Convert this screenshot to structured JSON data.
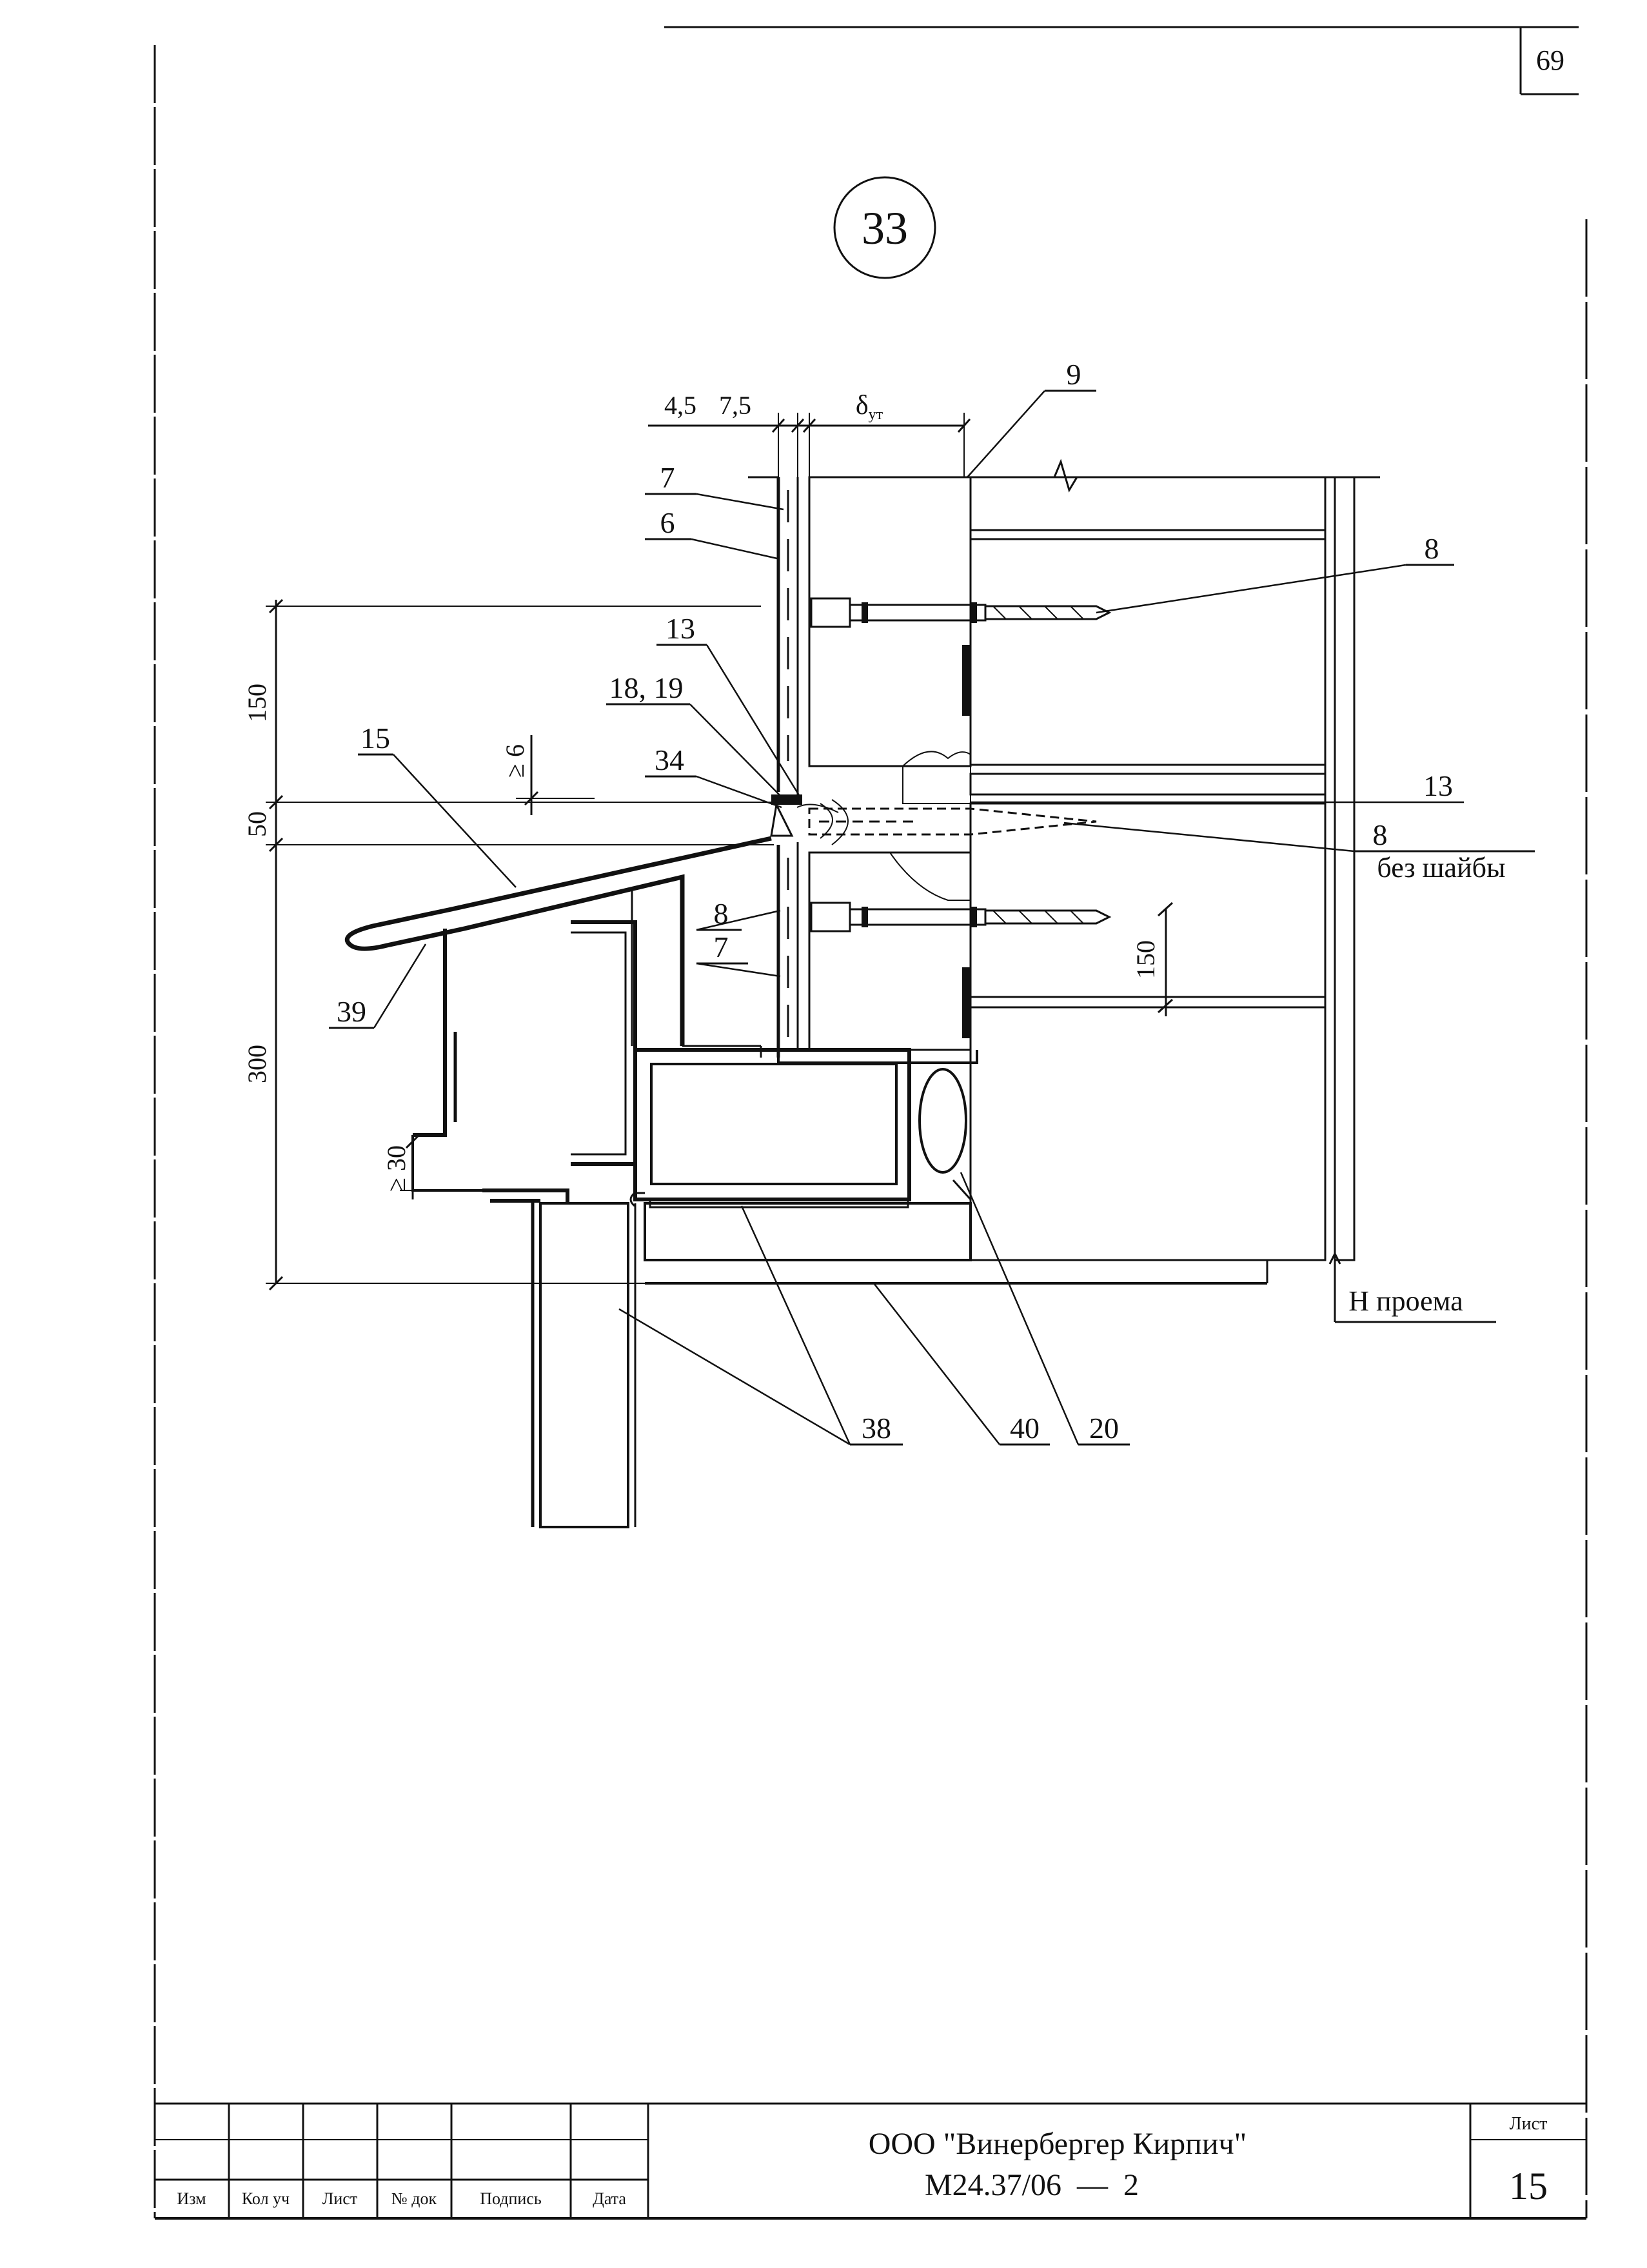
{
  "page_number": "69",
  "detail_number": "33",
  "dimensions": {
    "top_a": "4,5",
    "top_b": "7,5",
    "delta_main": "δ",
    "delta_sub": "ут",
    "left_150": "150",
    "left_50": "50",
    "left_300": "300",
    "gap_min_6": "≥ 6",
    "gap_min_30": "≥ 30",
    "right_150": "150"
  },
  "callouts": {
    "c9": "9",
    "c7_top": "7",
    "c6": "6",
    "c8_top": "8",
    "c13_left": "13",
    "c18_19": "18, 19",
    "c34": "34",
    "c15": "15",
    "c13_right": "13",
    "c8_right": "8",
    "no_washer": "без шайбы",
    "c8_mid": "8",
    "c7_mid": "7",
    "c39": "39",
    "c38": "38",
    "c40": "40",
    "c20": "20",
    "opening_height": "Н проема"
  },
  "title_block": {
    "col_izm": "Изм",
    "col_kol_uch": "Кол уч",
    "col_list": "Лист",
    "col_n_dok": "№ док",
    "col_podpis": "Подпись",
    "col_data": "Дата",
    "company": "ООО \"Винербергер Кирпич\"",
    "doc_code": "М24.37/06  —  2",
    "sheet_label": "Лист",
    "sheet_number": "15"
  }
}
